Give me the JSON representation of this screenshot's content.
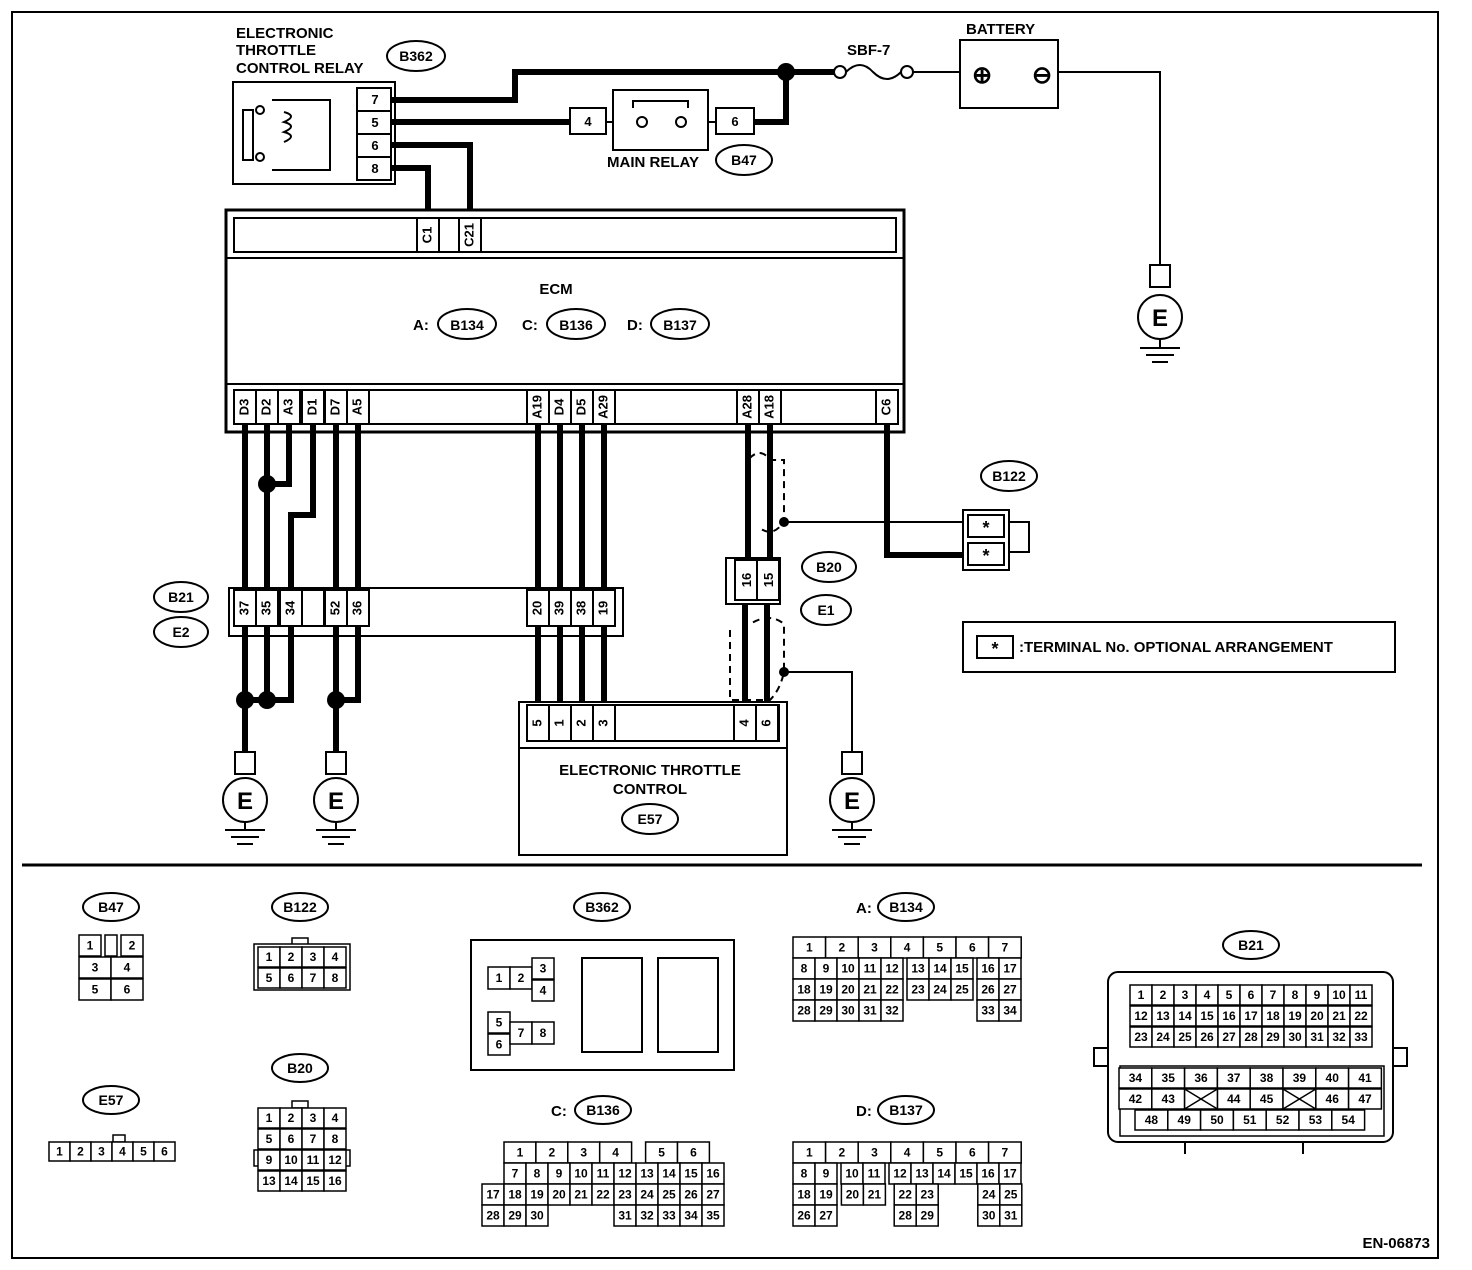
{
  "diagram_id": "EN-06873",
  "note": {
    "symbol": "*",
    "text": ":TERMINAL No. OPTIONAL ARRANGEMENT"
  },
  "relay": {
    "title_lines": [
      "ELECTRONIC",
      "THROTTLE",
      "CONTROL RELAY"
    ],
    "code": "B362",
    "pins": [
      "7",
      "5",
      "6",
      "8"
    ]
  },
  "main_relay": {
    "title": "MAIN RELAY",
    "code": "B47",
    "pin_left": "4",
    "pin_right": "6"
  },
  "fuse": {
    "label": "SBF-7"
  },
  "battery": {
    "label": "BATTERY",
    "plus": "⊕",
    "minus": "⊖"
  },
  "ground_label": "E",
  "ecm": {
    "title": "ECM",
    "connectors": [
      {
        "prefix": "A:",
        "code": "B134"
      },
      {
        "prefix": "C:",
        "code": "B136"
      },
      {
        "prefix": "D:",
        "code": "B137"
      }
    ],
    "top_pins": [
      "C1",
      "C21"
    ],
    "bottom_pins": [
      "D3",
      "D2",
      "A3",
      "D1",
      "D7",
      "A5",
      "A19",
      "D4",
      "D5",
      "A29",
      "A28",
      "A18",
      "C6"
    ]
  },
  "b21": {
    "codes": [
      "B21",
      "E2"
    ],
    "pins_left": [
      "37",
      "35",
      "34",
      "",
      "52",
      "36"
    ],
    "pins_right": [
      "20",
      "39",
      "38",
      "19"
    ]
  },
  "b20": {
    "codes": [
      "B20",
      "E1"
    ],
    "pins": [
      "16",
      "15"
    ]
  },
  "b122": {
    "code": "B122",
    "pins": [
      "*",
      "*"
    ]
  },
  "etc": {
    "title_lines": [
      "ELECTRONIC THROTTLE",
      "CONTROL"
    ],
    "code": "E57",
    "pins": [
      "5",
      "1",
      "2",
      "3",
      "4",
      "6"
    ]
  },
  "views": {
    "b47": {
      "code": "B47",
      "rows": [
        [
          "1",
          "",
          "2"
        ],
        [
          "3",
          "4"
        ],
        [
          "5",
          "6"
        ]
      ]
    },
    "b122": {
      "code": "B122",
      "rows": [
        [
          "1",
          "2",
          "3",
          "4"
        ],
        [
          "5",
          "6",
          "7",
          "8"
        ]
      ]
    },
    "b362": {
      "code": "B362",
      "pins": [
        "1",
        "2",
        "3",
        "4",
        "5",
        "6",
        "7",
        "8"
      ]
    },
    "b134": {
      "prefix": "A:",
      "code": "B134",
      "rows": [
        [
          "1",
          "2",
          "3",
          "4",
          "5",
          "6",
          "7"
        ],
        [
          "8",
          "9",
          "10",
          "11",
          "12",
          "13",
          "14",
          "15",
          "16",
          "17"
        ],
        [
          "18",
          "19",
          "20",
          "21",
          "22",
          "23",
          "24",
          "25",
          "26",
          "27"
        ],
        [
          "28",
          "29",
          "30",
          "31",
          "32",
          "33",
          "34"
        ]
      ]
    },
    "b136": {
      "prefix": "C:",
      "code": "B136",
      "rows": [
        [
          "1",
          "2",
          "3",
          "4",
          "5",
          "6"
        ],
        [
          "7",
          "8",
          "9",
          "10",
          "11",
          "12",
          "13",
          "14",
          "15",
          "16"
        ],
        [
          "17",
          "18",
          "19",
          "20",
          "21",
          "22",
          "23",
          "24",
          "25",
          "26",
          "27"
        ],
        [
          "28",
          "29",
          "30",
          "31",
          "32",
          "33",
          "34",
          "35"
        ]
      ]
    },
    "b137": {
      "prefix": "D:",
      "code": "B137",
      "rows": [
        [
          "1",
          "2",
          "3",
          "4",
          "5",
          "6",
          "7"
        ],
        [
          "8",
          "9",
          "10",
          "11",
          "12",
          "13",
          "14",
          "15",
          "16",
          "17"
        ],
        [
          "18",
          "19",
          "20",
          "21",
          "22",
          "23",
          "24",
          "25"
        ],
        [
          "26",
          "27",
          "28",
          "29",
          "30",
          "31"
        ]
      ]
    },
    "e57": {
      "code": "E57",
      "pins": [
        "1",
        "2",
        "3",
        "4",
        "5",
        "6"
      ]
    },
    "b20": {
      "code": "B20",
      "rows": [
        [
          "1",
          "2",
          "3",
          "4"
        ],
        [
          "5",
          "6",
          "7",
          "8"
        ],
        [
          "9",
          "10",
          "11",
          "12"
        ],
        [
          "13",
          "14",
          "15",
          "16"
        ]
      ]
    },
    "b21": {
      "code": "B21",
      "rows": [
        [
          "1",
          "2",
          "3",
          "4",
          "5",
          "6",
          "7",
          "8",
          "9",
          "10",
          "11"
        ],
        [
          "12",
          "13",
          "14",
          "15",
          "16",
          "17",
          "18",
          "19",
          "20",
          "21",
          "22"
        ],
        [
          "23",
          "24",
          "25",
          "26",
          "27",
          "28",
          "29",
          "30",
          "31",
          "32",
          "33"
        ],
        [
          "34",
          "35",
          "36",
          "37",
          "38",
          "39",
          "40",
          "41"
        ],
        [
          "42",
          "43",
          "44",
          "45",
          "46",
          "47"
        ],
        [
          "48",
          "49",
          "50",
          "51",
          "52",
          "53",
          "54"
        ]
      ]
    }
  }
}
